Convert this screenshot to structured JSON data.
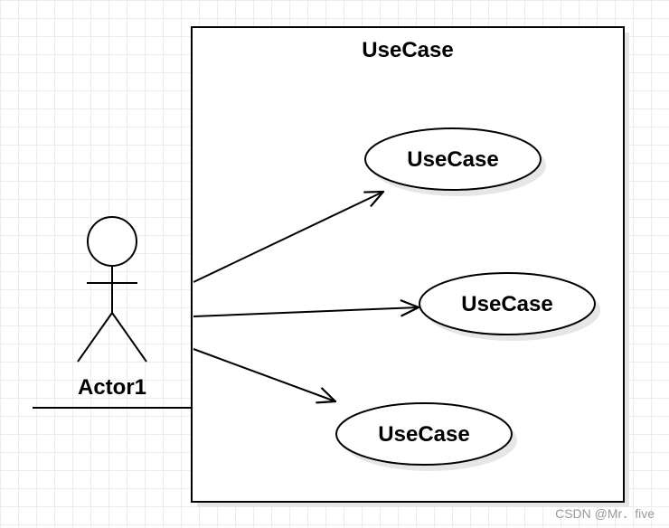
{
  "diagram": {
    "boundary_title": "UseCase",
    "actor_label": "Actor1",
    "use_cases": [
      {
        "label": "UseCase"
      },
      {
        "label": "UseCase"
      },
      {
        "label": "UseCase"
      }
    ]
  },
  "watermark": "CSDN @Mr．five",
  "colors": {
    "stroke": "#000000",
    "grid": "#ececec",
    "shadow": "#e6e6e6"
  }
}
